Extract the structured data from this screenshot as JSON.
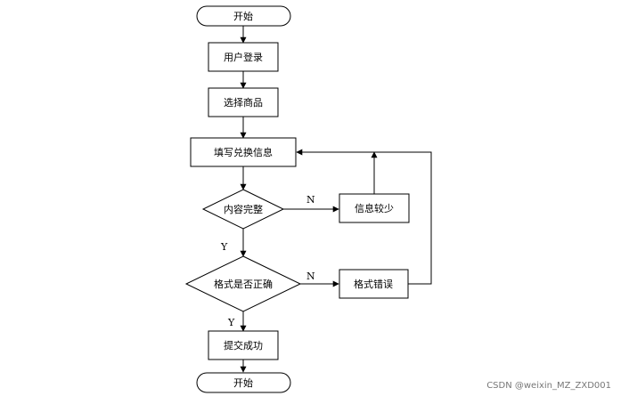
{
  "nodes": {
    "start": "开始",
    "login": "用户登录",
    "select": "选择商品",
    "fill": "填写兑换信息",
    "content_check": "内容完整",
    "info_less": "信息较少",
    "format_check": "格式是否正确",
    "format_error": "格式错误",
    "submit": "提交成功",
    "end": "开始"
  },
  "edge_labels": {
    "content_no": "N",
    "content_yes": "Y",
    "format_no": "N",
    "format_yes": "Y"
  },
  "watermark": "CSDN @weixin_MZ_ZXD001"
}
